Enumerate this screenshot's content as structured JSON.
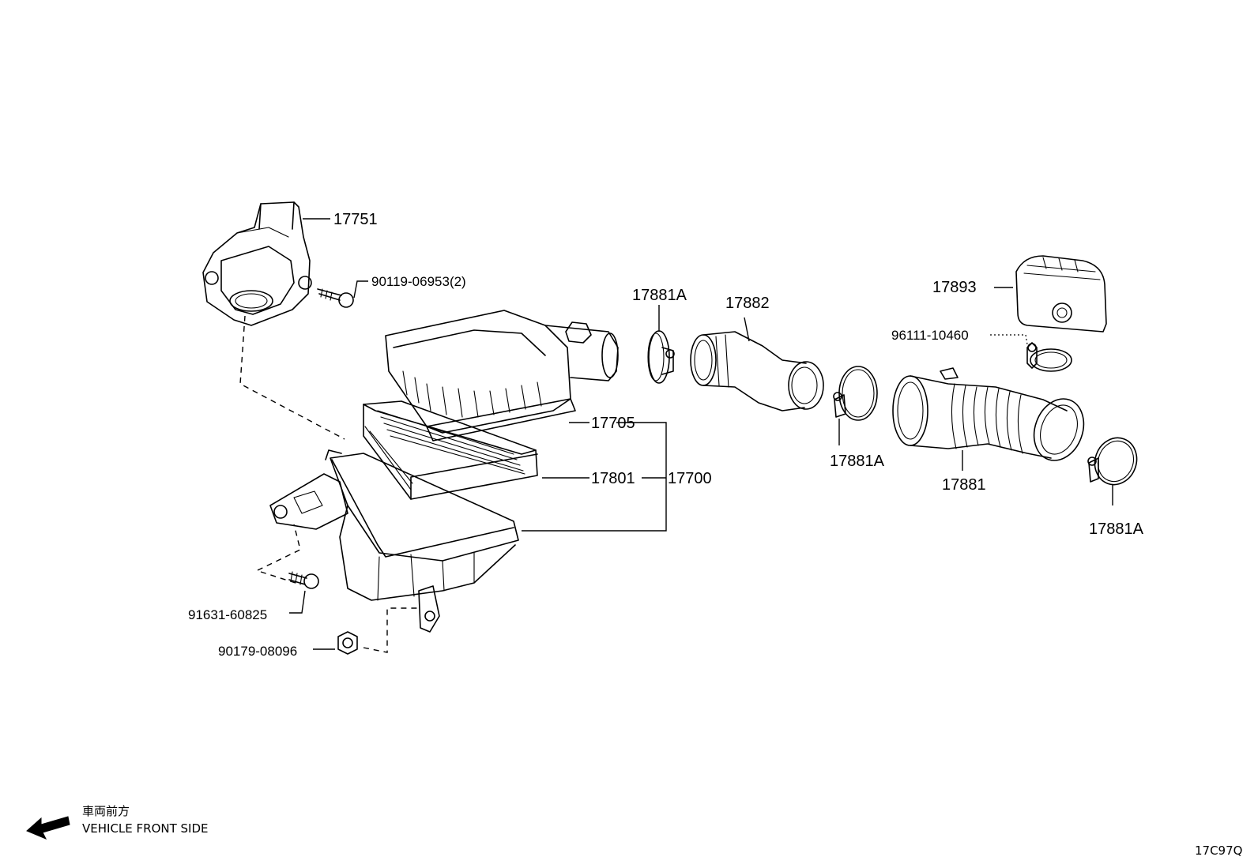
{
  "diagram": {
    "labels": {
      "p17751": "17751",
      "p90119": "90119-06953(2)",
      "p17881a_top": "17881A",
      "p17882": "17882",
      "p17893": "17893",
      "p96111": "96111-10460",
      "p17705": "17705",
      "p17801": "17801",
      "p17700": "17700",
      "p17881a_mid": "17881A",
      "p17881": "17881",
      "p17881a_right": "17881A",
      "p91631": "91631-60825",
      "p90179": "90179-08096"
    },
    "footer": {
      "direction_jp": "車両前方",
      "direction_en": "VEHICLE FRONT SIDE",
      "code": "17C97Q"
    }
  }
}
